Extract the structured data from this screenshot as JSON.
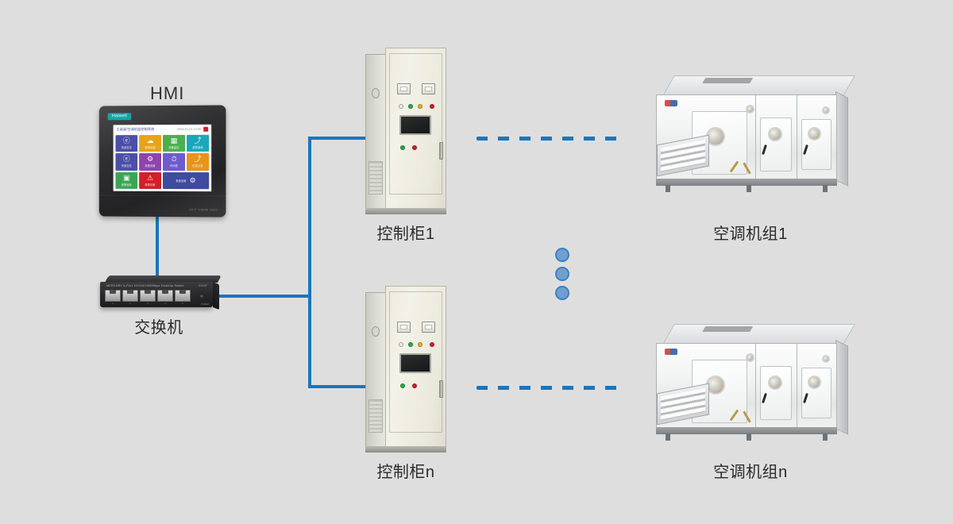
{
  "background_color": "#dedede",
  "accent_color": "#1c75bc",
  "diagram": {
    "title_label": "HMI",
    "nodes": {
      "hmi": {
        "label": "HMI",
        "brand": "Haiwell",
        "model_text": "10.1\" inside color",
        "screen": {
          "header_title": "主画面/空调机组控制系统",
          "header_meta": "2024-01-01  12:00",
          "tiles": [
            {
              "icon": "ⓔ",
              "label": "系统总览",
              "color": "#4b4fa8"
            },
            {
              "icon": "☁",
              "label": "新风机组",
              "color": "#e8a317"
            },
            {
              "icon": "▦",
              "label": "设备监控",
              "color": "#4caf50"
            },
            {
              "icon": "⤴",
              "label": "趋势曲线",
              "color": "#1aa7b8"
            },
            {
              "icon": "⚙",
              "label": "参数设置",
              "color": "#8e44ad"
            },
            {
              "icon": "⏱",
              "label": "时间表",
              "color": "#6f5bd0"
            },
            {
              "icon": "⤴",
              "label": "历史记录",
              "color": "#e8931c"
            },
            {
              "icon": "▣",
              "label": "报警画面",
              "color": "#3aa655"
            },
            {
              "icon": "⚠",
              "label": "故障诊断",
              "color": "#d0202a"
            },
            {
              "icon": "⚙",
              "label": "系统设置",
              "color": "#3f4b9e"
            }
          ]
        }
      },
      "switch": {
        "label": "交换机",
        "brand": "MERCURY  5-Port 10/100/1000Mbps Desktop Switch",
        "model": "S105P",
        "port_count": 5,
        "port_numbers": [
          "1",
          "2",
          "3",
          "4",
          "5"
        ],
        "power_label": "POWER",
        "link_label": "LINK"
      },
      "cabinet_1": {
        "label": "控制柜1"
      },
      "cabinet_n": {
        "label": "控制柜n"
      },
      "ahu_1": {
        "label": "空调机组1"
      },
      "ahu_n": {
        "label": "空调机组n"
      }
    },
    "ellipsis": {
      "dot_count": 3,
      "color": "#6f9fd0"
    },
    "connections": [
      {
        "name": "hmi-to-switch",
        "style": "solid"
      },
      {
        "name": "switch-to-bus",
        "style": "solid"
      },
      {
        "name": "bus-to-cabinet-1",
        "style": "solid"
      },
      {
        "name": "bus-to-cabinet-n",
        "style": "solid"
      },
      {
        "name": "cabinet-1-to-ahu-1",
        "style": "dashed"
      },
      {
        "name": "cabinet-n-to-ahu-n",
        "style": "dashed"
      }
    ]
  }
}
